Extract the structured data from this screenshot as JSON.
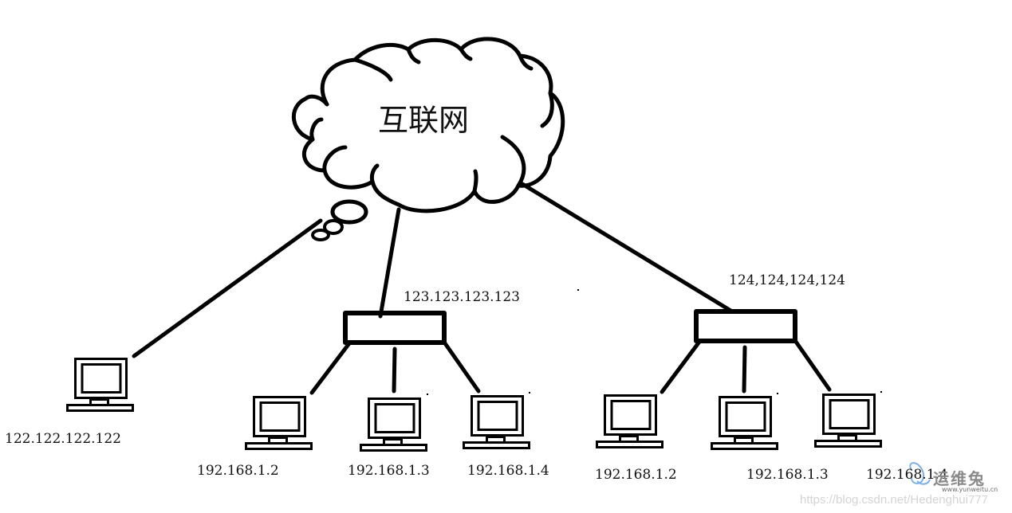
{
  "cloud": {
    "label": "互联网"
  },
  "standalone_host": {
    "ip": "122.122.122.122"
  },
  "routers": [
    {
      "public_ip": "123.123.123.123",
      "hosts": [
        {
          "ip": "192.168.1.2"
        },
        {
          "ip": "192.168.1.3"
        },
        {
          "ip": "192.168.1.4"
        }
      ]
    },
    {
      "public_ip": "124,124,124,124",
      "hosts": [
        {
          "ip": "192.168.1.2"
        },
        {
          "ip": "192.168.1.3"
        },
        {
          "ip": "192.168.1.4"
        }
      ]
    }
  ],
  "watermark": {
    "brand": "运维兔",
    "site": "www.yunweitu.cn",
    "url": "https://blog.csdn.net/Hedenghui777",
    "brand_color": "#4a90d9"
  }
}
